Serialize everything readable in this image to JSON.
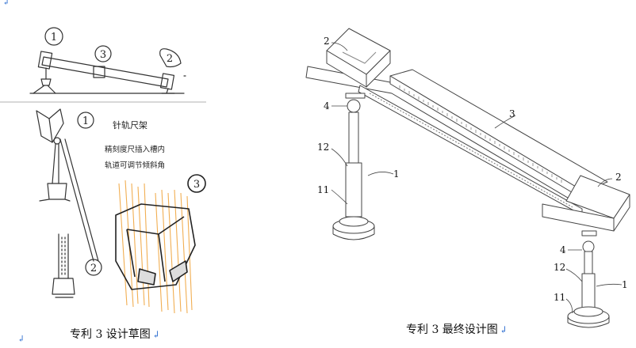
{
  "page": {
    "corner_marks": [
      "↲",
      "↲"
    ]
  },
  "sketch": {
    "caption": "专利 3 设计草图",
    "caption_mark": "↲",
    "circled_labels": [
      "1",
      "3",
      "2"
    ],
    "detail_labels": [
      "1",
      "2",
      "3"
    ],
    "note_title": "针轨尺架",
    "note_lines": [
      "精刻度尺插入槽内",
      "轨道可调节倾斜角"
    ]
  },
  "final": {
    "caption": "专利 3 最终设计图",
    "caption_mark": "↲",
    "part_labels": {
      "top_left": "2",
      "bottom_right": "2",
      "ruler": "3",
      "ball_left": "4",
      "ball_right": "4",
      "sleeve_left": "12",
      "sleeve_right": "12",
      "base_left": "11",
      "base_right": "11",
      "rod_left": "1",
      "rod_right": "1"
    },
    "colors": {
      "hatching": "#f0a640",
      "pencil": "#333333",
      "mark_blue": "#2f6fd1"
    }
  }
}
